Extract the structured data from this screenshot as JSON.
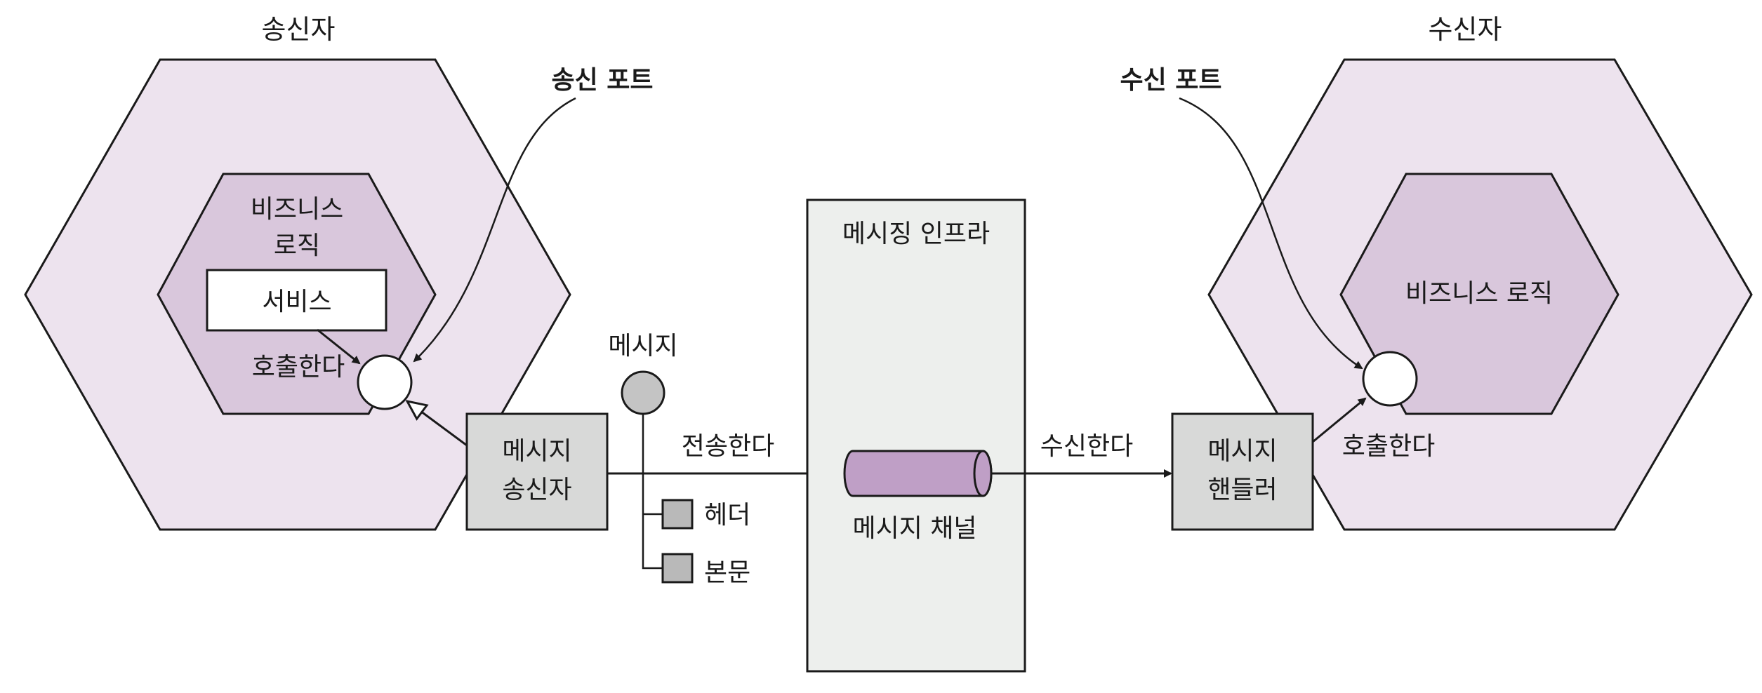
{
  "sender": {
    "title": "송신자",
    "business_logic": "비즈니스",
    "business_logic_line2": "로직",
    "service": "서비스",
    "invokes": "호출한다",
    "adapter_line1": "메시지",
    "adapter_line2": "송신자"
  },
  "sender_port_label": "송신 포트",
  "message": {
    "label": "메시지",
    "header": "헤더",
    "body": "본문"
  },
  "send_label": "전송한다",
  "infrastructure": {
    "title": "메시징 인프라",
    "channel": "메시지 채널"
  },
  "receive_label": "수신한다",
  "receiver": {
    "title": "수신자",
    "business_logic": "비즈니스 로직",
    "invokes": "호출한다",
    "adapter_line1": "메시지",
    "adapter_line2": "핸들러"
  },
  "receiver_port_label": "수신 포트",
  "colors": {
    "outer_hexagon": "#ede3ee",
    "inner_hexagon": "#d9c7dc",
    "adapter_box": "#d8d9d8",
    "infrastructure": "#edefed",
    "channel": "#bf9fc6",
    "message_dot": "#c4c4c4",
    "stroke": "#1a1a1a"
  }
}
